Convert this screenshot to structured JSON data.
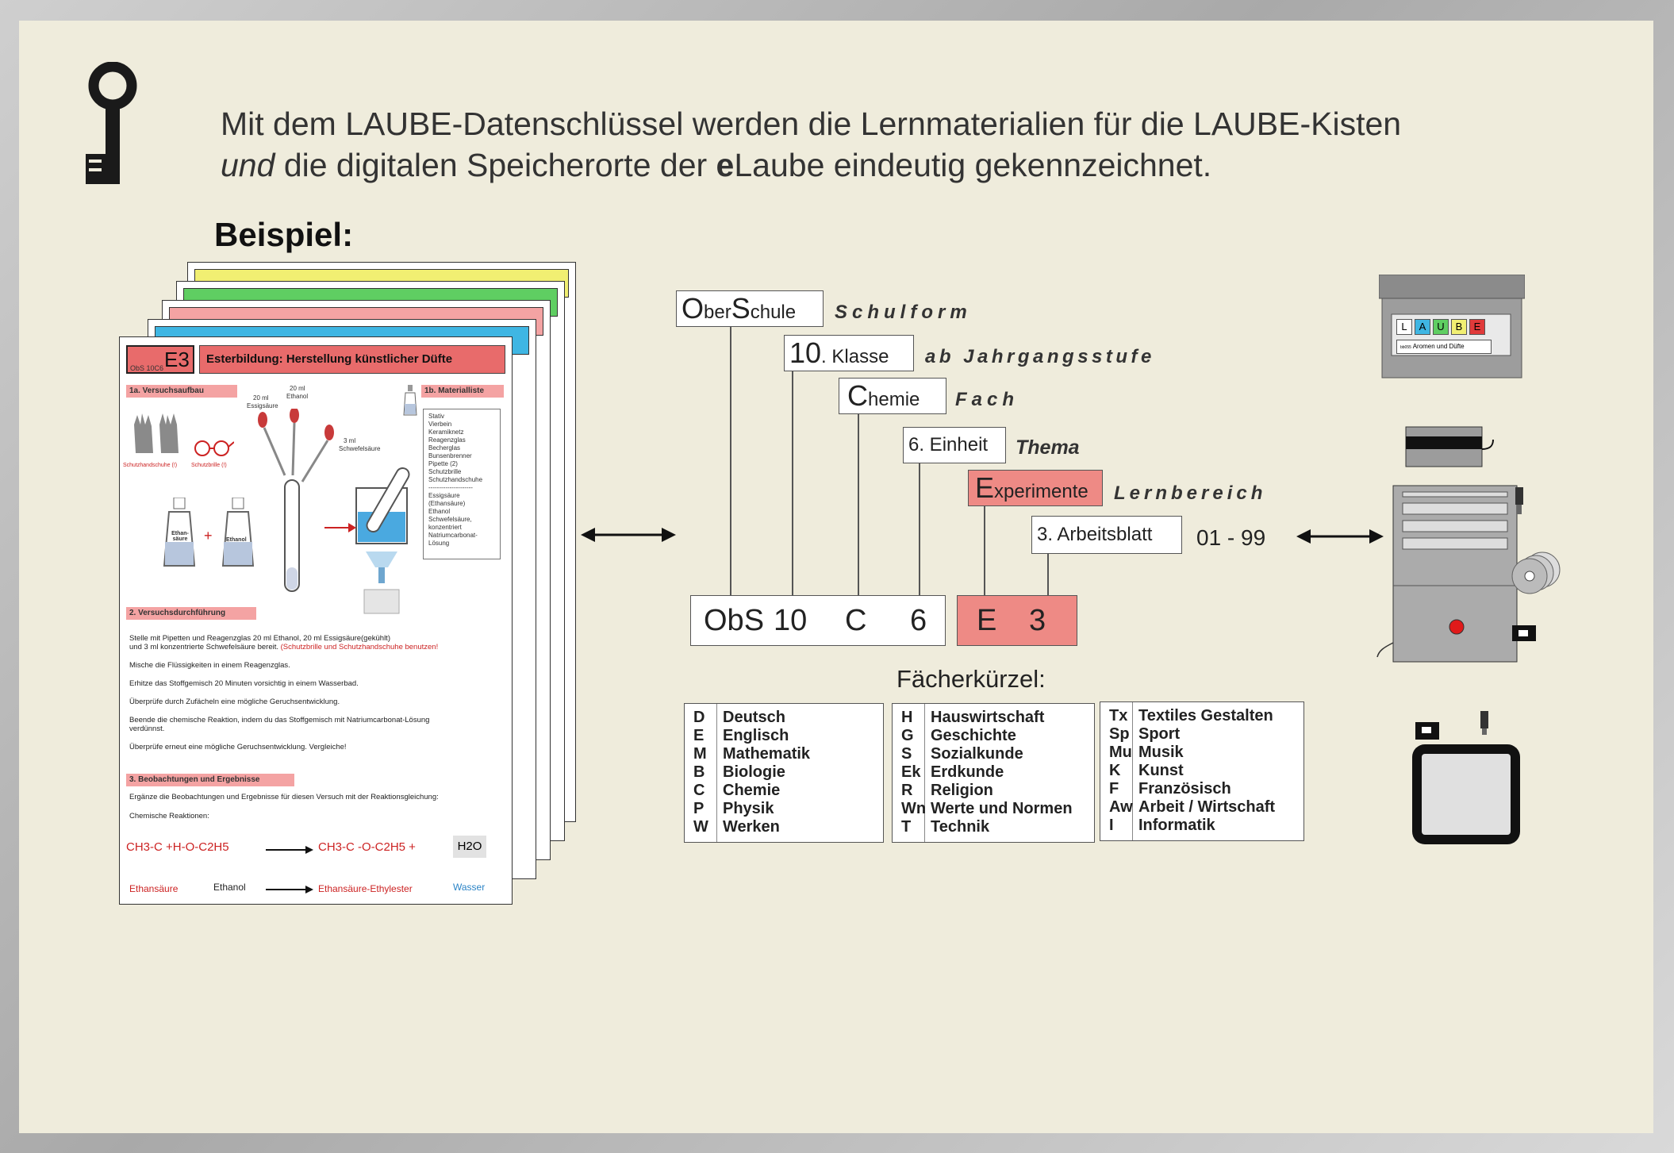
{
  "header": {
    "line1": "Mit dem LAUBE-Datenschlüssel werden die Lernmaterialien für die LAUBE-Kisten",
    "line2_italic": "und",
    "line2_a": " die digitalen Speicherorte der ",
    "line2_bold": "e",
    "line2_b": "Laube eindeutig gekennzeichnet.",
    "beispiel": "Beispiel:"
  },
  "key_boxes": {
    "schulform": {
      "cap1": "O",
      "small1": "ber",
      "cap2": "S",
      "small2": "chule",
      "label": "Schulform"
    },
    "klasse": {
      "big": "10",
      "small": ". Klasse",
      "label": "ab Jahrgangsstufe"
    },
    "fach": {
      "big": "C",
      "small": "hemie",
      "label": "Fach"
    },
    "thema": {
      "text": "6. Einheit",
      "label": "Thema"
    },
    "lernbereich": {
      "big": "E",
      "small": "xperimente",
      "label": "Lernbereich"
    },
    "arbeitsblatt": {
      "text": "3. Arbeitsblatt",
      "range": "01 - 99"
    }
  },
  "code": {
    "obs": "ObS",
    "klasse": "10",
    "fach": "C",
    "einheit": "6",
    "lernbereich": "E",
    "blatt": "3"
  },
  "faecher_title": "Fächerkürzel:",
  "faecher": [
    [
      [
        "D",
        "Deutsch"
      ],
      [
        "E",
        "Englisch"
      ],
      [
        "M",
        "Mathematik"
      ],
      [
        "B",
        "Biologie"
      ],
      [
        "C",
        "Chemie"
      ],
      [
        "P",
        "Physik"
      ],
      [
        "W",
        "Werken"
      ]
    ],
    [
      [
        "H",
        "Hauswirtschaft"
      ],
      [
        "G",
        "Geschichte"
      ],
      [
        "S",
        "Sozialkunde"
      ],
      [
        "Ek",
        "Erdkunde"
      ],
      [
        "R",
        "Religion"
      ],
      [
        "Wn",
        "Werte und Normen"
      ],
      [
        "T",
        "Technik"
      ]
    ],
    [
      [
        "Tx",
        "Textiles Gestalten"
      ],
      [
        "Sp",
        "Sport"
      ],
      [
        "Mu",
        "Musik"
      ],
      [
        "K",
        "Kunst"
      ],
      [
        "F",
        "Französisch"
      ],
      [
        "Aw",
        "Arbeit / Wirtschaft"
      ],
      [
        "I",
        "Informatik"
      ]
    ]
  ],
  "box_label": {
    "letters": [
      "L",
      "A",
      "U",
      "B",
      "E"
    ],
    "caption": "Aromen und Düfte",
    "code": "bb055"
  },
  "sheet": {
    "code": "ObS 10C6",
    "code_big": "E3",
    "title": "Esterbildung: Herstellung künstlicher Düfte",
    "sec1": "1a. Versuchsaufbau",
    "sec1b": "1b. Materialliste",
    "materials": [
      "Stativ",
      "Vierbein",
      "Keramiknetz",
      "Reagenzglas",
      "Becherglas",
      "Bunsenbrenner",
      "Pipette (2)",
      "Schutzbrille",
      "Schutzhandschuhe",
      "---------------------",
      "Essigsäure",
      "(Ethansäure)",
      "Ethanol",
      "Schwefelsäure,",
      "konzentriert",
      "Natriumcarbonat-",
      "Lösung"
    ],
    "lbl_gloves": "Schutzhandschuhe (!)",
    "lbl_glasses": "Schutzbrille (!)",
    "lbl_20a": "20 ml",
    "lbl_essig": "Essigsäure",
    "lbl_20b": "20 ml",
    "lbl_ethanol": "Ethanol",
    "lbl_3ml": "3 ml",
    "lbl_schwefel": "Schwefelsäure",
    "bottle1": "Ethan-säure",
    "bottle2": "Ethanol",
    "sec2": "2. Versuchsdurchführung",
    "steps": [
      "Stelle mit Pipetten und Reagenzglas 20 ml Ethanol, 20 ml Essigsäure(gekühlt)",
      "und 3 ml konzentrierte Schwefelsäure bereit.",
      "(Schutzbrille und Schutzhandschuhe benutzen!",
      "Mische die Flüssigkeiten in einem Reagenzglas.",
      "Erhitze das Stoffgemisch 20  Minuten vorsichtig in einem Wasserbad.",
      "Überprüfe durch Zufächeln eine mögliche Geruchsentwicklung.",
      "Beende die chemische Reaktion, indem du  das Stoffgemisch mit Natriumcarbonat-Lösung",
      "verdünnst.",
      "Überprüfe erneut eine mögliche Geruchsentwicklung. Vergleiche!"
    ],
    "sec3": "3. Beobachtungen und Ergebnisse",
    "sec3_text": "Ergänze die Beobachtungen und Ergebnisse für diesen Versuch mit der Reaktionsgleichung:",
    "reactions": "Chemische Reaktionen:",
    "eq_left": "CH3-C  +H-O-C2H5",
    "eq_right": "CH3-C  -O-C2H5  +",
    "eq_water": "H2O",
    "names": [
      "Ethansäure",
      "Ethanol",
      "Ethansäure-Ethylester",
      "Wasser"
    ]
  },
  "colors": {
    "accent_red": "#ee8a85",
    "sheet_header": "#e86b6b",
    "yellow": "#f1ef72",
    "green": "#5fce62",
    "pink": "#f4a3a3",
    "cyan": "#3fb6e3"
  }
}
